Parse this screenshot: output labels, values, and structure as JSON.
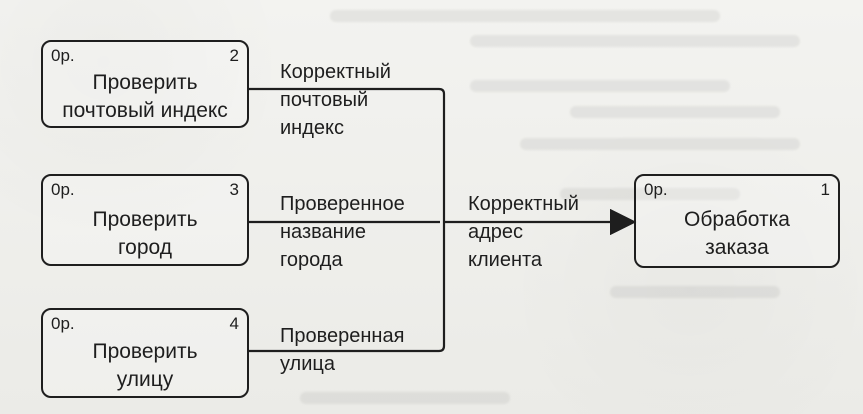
{
  "diagram": {
    "blocks": [
      {
        "id": "block-2",
        "tag": "0р.",
        "number": "2",
        "title": "Проверить\nпочтовый индекс"
      },
      {
        "id": "block-3",
        "tag": "0р.",
        "number": "3",
        "title": "Проверить\nгород"
      },
      {
        "id": "block-4",
        "tag": "0р.",
        "number": "4",
        "title": "Проверить\nулицу"
      },
      {
        "id": "block-1",
        "tag": "0р.",
        "number": "1",
        "title": "Обработка\nзаказа"
      }
    ],
    "arrows": [
      {
        "id": "arrow-postal",
        "label": "Корректный\nпочтовый\nиндекс"
      },
      {
        "id": "arrow-city",
        "label": "Проверенное\nназвание\nгорода"
      },
      {
        "id": "arrow-street",
        "label": "Проверенная\nулица"
      },
      {
        "id": "arrow-address",
        "label": "Корректный\nадрес\nклиента"
      }
    ],
    "colors": {
      "line": "#1e1e1e"
    }
  }
}
